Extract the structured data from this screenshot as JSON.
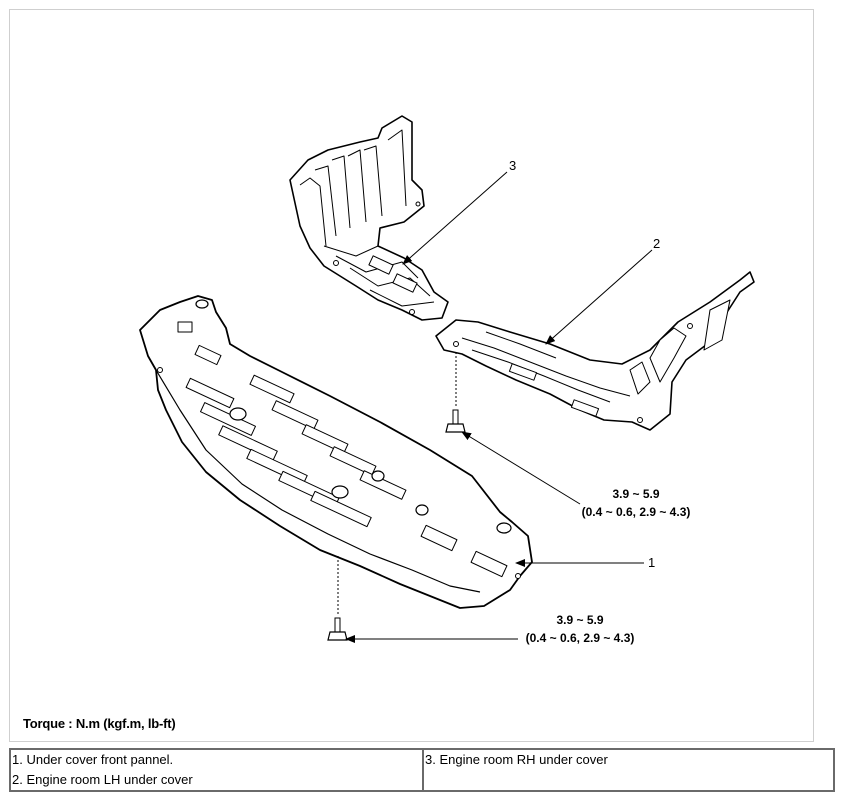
{
  "callouts": {
    "part_1": "1",
    "part_2": "2",
    "part_3": "3"
  },
  "torque_specs": {
    "upper": {
      "range": "3.9 ~ 5.9",
      "alt": "(0.4 ~ 0.6, 2.9 ~ 4.3)"
    },
    "lower": {
      "range": "3.9 ~ 5.9",
      "alt": "(0.4 ~ 0.6, 2.9 ~ 4.3)"
    }
  },
  "torque_note": "Torque : N.m (kgf.m, lb-ft)",
  "legend": {
    "left": [
      "1. Under cover front pannel.",
      "2. Engine room LH under cover"
    ],
    "right": [
      "3. Engine room RH under cover"
    ]
  }
}
